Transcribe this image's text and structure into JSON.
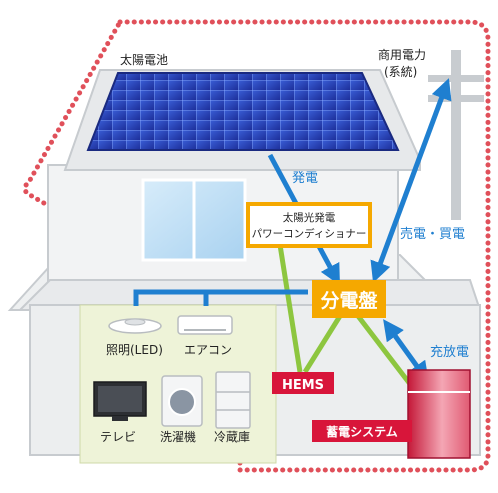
{
  "labels": {
    "solar_panel": "太陽電池",
    "grid_line1": "商用電力",
    "grid_line2": "(系統)",
    "generation": "発電",
    "sell_buy": "売電・買電",
    "charge_discharge": "充放電"
  },
  "conditioner": {
    "line1": "太陽光発電",
    "line2": "パワーコンディショナー"
  },
  "distribution_board": "分電盤",
  "hems": "HEMS",
  "storage": "蓄電システム",
  "appliances": [
    {
      "name": "照明(LED)",
      "icon": "ceiling-light-icon"
    },
    {
      "name": "エアコン",
      "icon": "air-conditioner-icon"
    },
    {
      "name": "テレビ",
      "icon": "tv-icon"
    },
    {
      "name": "洗濯機",
      "icon": "washing-machine-icon"
    },
    {
      "name": "冷蔵庫",
      "icon": "refrigerator-icon"
    }
  ],
  "colors": {
    "power_flow": "#1f7fd0",
    "distribution_board": "#f5a800",
    "hems_link": "#8dc63f",
    "badge_red": "#d8153a",
    "property_line": "#e0505a"
  }
}
